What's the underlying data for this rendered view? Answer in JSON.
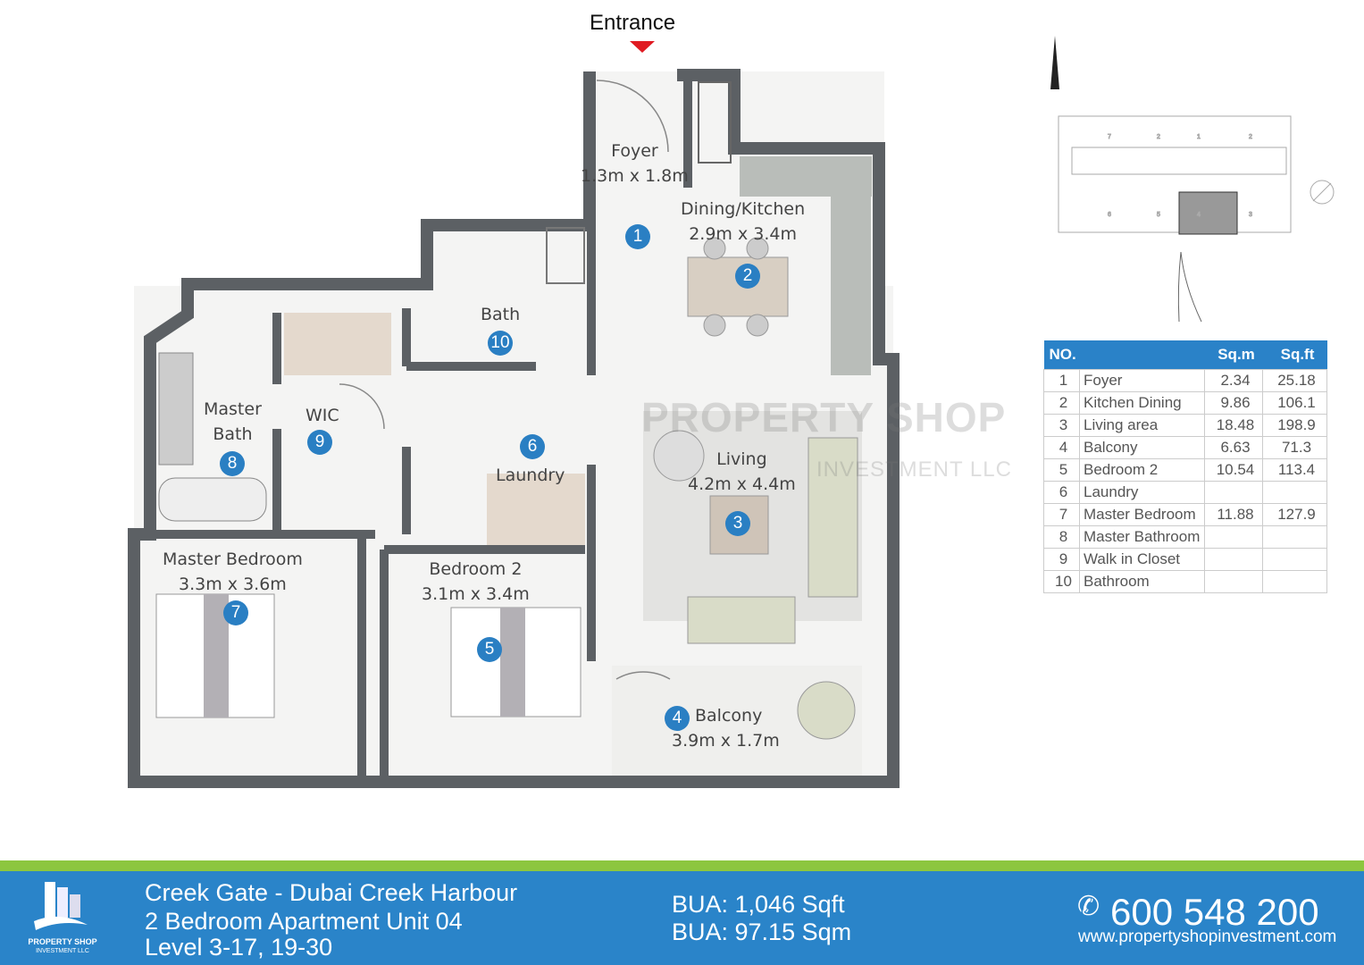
{
  "entrance_label": "Entrance",
  "rooms": [
    {
      "no": "1",
      "name": "Foyer",
      "dims": "1.3m x 1.8m"
    },
    {
      "no": "2",
      "name": "Dining/Kitchen",
      "dims": "2.9m x 3.4m"
    },
    {
      "no": "3",
      "name": "Living",
      "dims": "4.2m x 4.4m"
    },
    {
      "no": "4",
      "name": "Balcony",
      "dims": "3.9m x 1.7m"
    },
    {
      "no": "5",
      "name": "Bedroom 2",
      "dims": "3.1m x 3.4m"
    },
    {
      "no": "6",
      "name": "Laundry",
      "dims": ""
    },
    {
      "no": "7",
      "name": "Master Bedroom",
      "dims": "3.3m x 3.6m"
    },
    {
      "no": "8",
      "name": "Master Bath",
      "name2": "Bath",
      "dims": ""
    },
    {
      "no": "9",
      "name": "WIC",
      "dims": ""
    },
    {
      "no": "10",
      "name": "Bath",
      "dims": ""
    }
  ],
  "watermark": {
    "title": "PROPERTY SHOP",
    "subtitle": "INVESTMENT LLC"
  },
  "key_plan": {
    "units": [
      "7",
      "2",
      "1",
      "2",
      "6",
      "5",
      "4",
      "3"
    ]
  },
  "area_table": {
    "headers": [
      "NO.",
      "",
      "Sq.m",
      "Sq.ft"
    ],
    "rows": [
      [
        "1",
        "Foyer",
        "2.34",
        "25.18"
      ],
      [
        "2",
        "Kitchen Dining",
        "9.86",
        "106.1"
      ],
      [
        "3",
        "Living area",
        "18.48",
        "198.9"
      ],
      [
        "4",
        "Balcony",
        "6.63",
        "71.3"
      ],
      [
        "5",
        "Bedroom 2",
        "10.54",
        "113.4"
      ],
      [
        "6",
        "Laundry",
        "",
        ""
      ],
      [
        "7",
        "Master Bedroom",
        "11.88",
        "127.9"
      ],
      [
        "8",
        "Master Bathroom",
        "",
        ""
      ],
      [
        "9",
        "Walk in Closet",
        "",
        ""
      ],
      [
        "10",
        "Bathroom",
        "",
        ""
      ]
    ]
  },
  "footer": {
    "logo_name": "PROPERTY SHOP",
    "logo_sub": "INVESTMENT LLC",
    "project": "Creek Gate - Dubai Creek Harbour",
    "unit": "2 Bedroom Apartment Unit 04",
    "levels": "Level 3-17, 19-30",
    "bua_sqft": "BUA: 1,046 Sqft",
    "bua_sqm": "BUA: 97.15 Sqm",
    "phone": "600 548 200",
    "website": "www.propertyshopinvestment.com"
  },
  "colors": {
    "wall": "#5c6064",
    "accent": "#2a84c9",
    "green": "#8cc63f",
    "marker": "#2a7fc3"
  }
}
